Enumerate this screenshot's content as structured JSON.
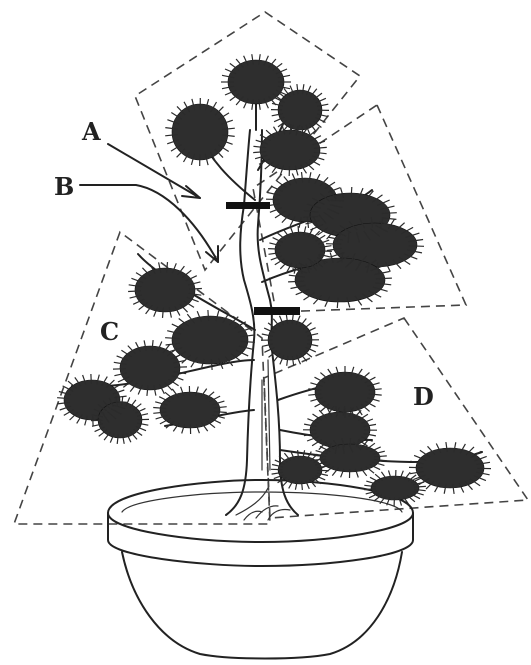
{
  "labels": {
    "a": "A",
    "b": "B",
    "c": "C",
    "d": "D"
  },
  "icons": {
    "tree": "bonsai-pine-tree",
    "pot": "bonsai-pot"
  },
  "colors": {
    "ink": "#222222",
    "background": "#ffffff"
  }
}
